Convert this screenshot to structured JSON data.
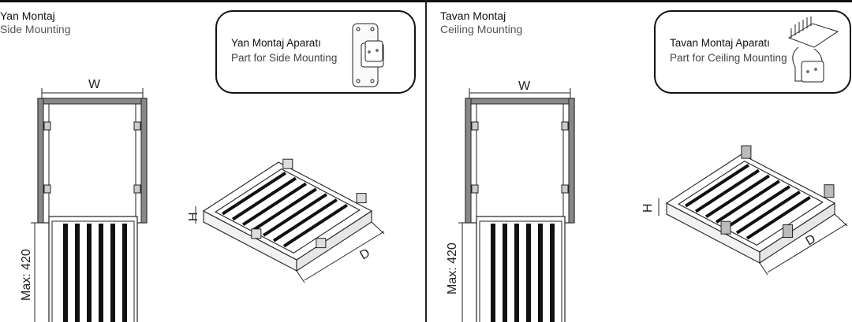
{
  "panels": [
    {
      "title_tr": "Yan Montaj",
      "title_en": "Side Mounting",
      "part_tr": "Yan Montaj Aparatı",
      "part_en": "Part for Side Mounting",
      "dim_w": "W",
      "dim_h": "H",
      "dim_d": "D",
      "max_label": "Max: 420"
    },
    {
      "title_tr": "Tavan Montaj",
      "title_en": "Ceiling Mounting",
      "part_tr": "Tavan Montaj Aparatı",
      "part_en": "Part for Ceiling Mounting",
      "dim_w": "W",
      "dim_h": "H",
      "dim_d": "D",
      "max_label": "Max: 420"
    }
  ],
  "colors": {
    "line": "#222222",
    "bar": "#111111",
    "frame": "#888888"
  }
}
